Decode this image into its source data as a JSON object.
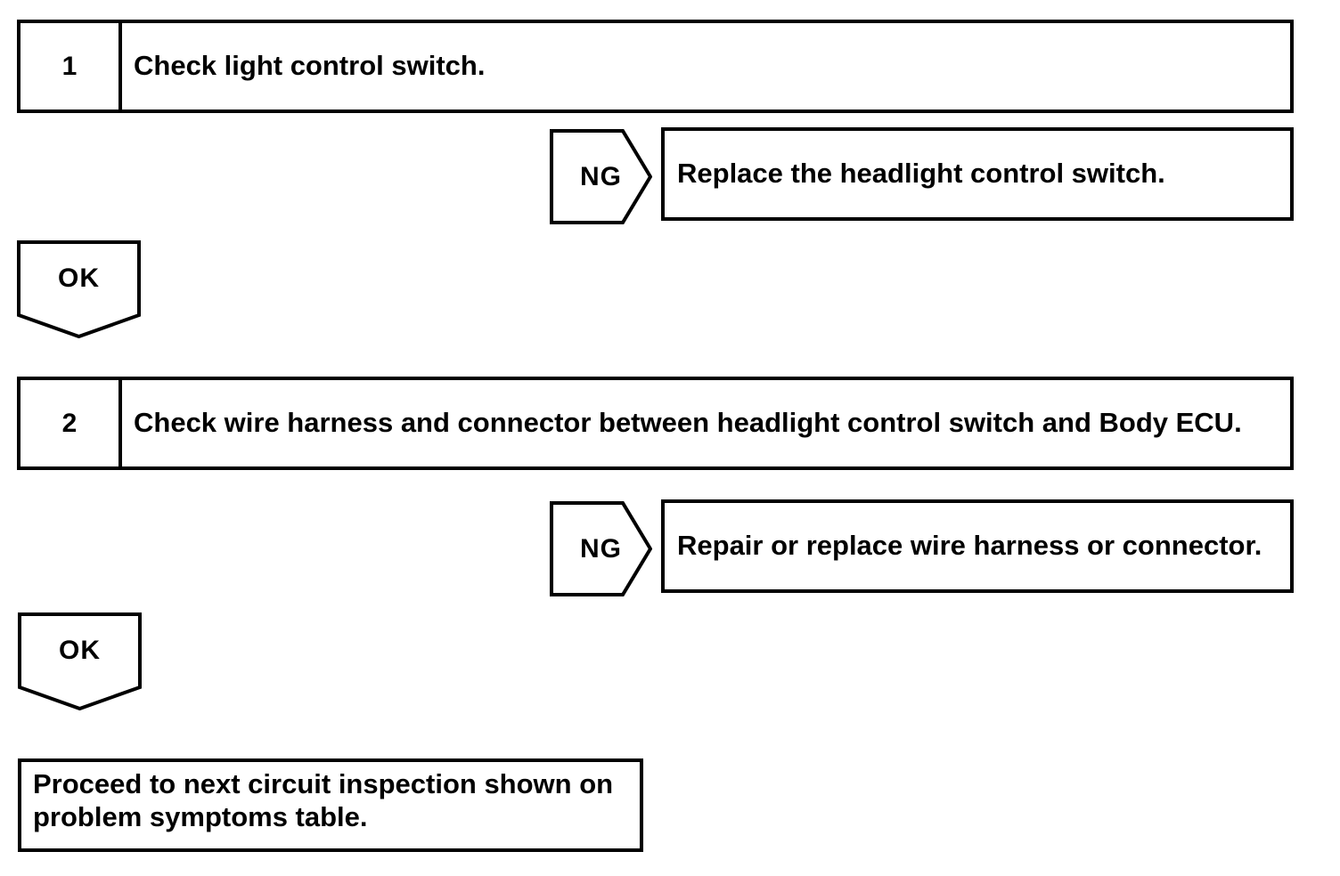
{
  "diagram": {
    "background": "#ffffff",
    "line_color": "#000000",
    "steps": [
      {
        "number": "1",
        "instruction": "Check light control switch.",
        "ng_label": "NG",
        "ng_action": "Replace the headlight control switch.",
        "ok_label": "OK"
      },
      {
        "number": "2",
        "instruction": "Check wire harness and connector between headlight control switch and Body ECU.",
        "ng_label": "NG",
        "ng_action": "Repair or replace wire harness or connector.",
        "ok_label": "OK"
      }
    ],
    "final_action": "Proceed to next circuit inspection shown on problem symptoms table."
  }
}
